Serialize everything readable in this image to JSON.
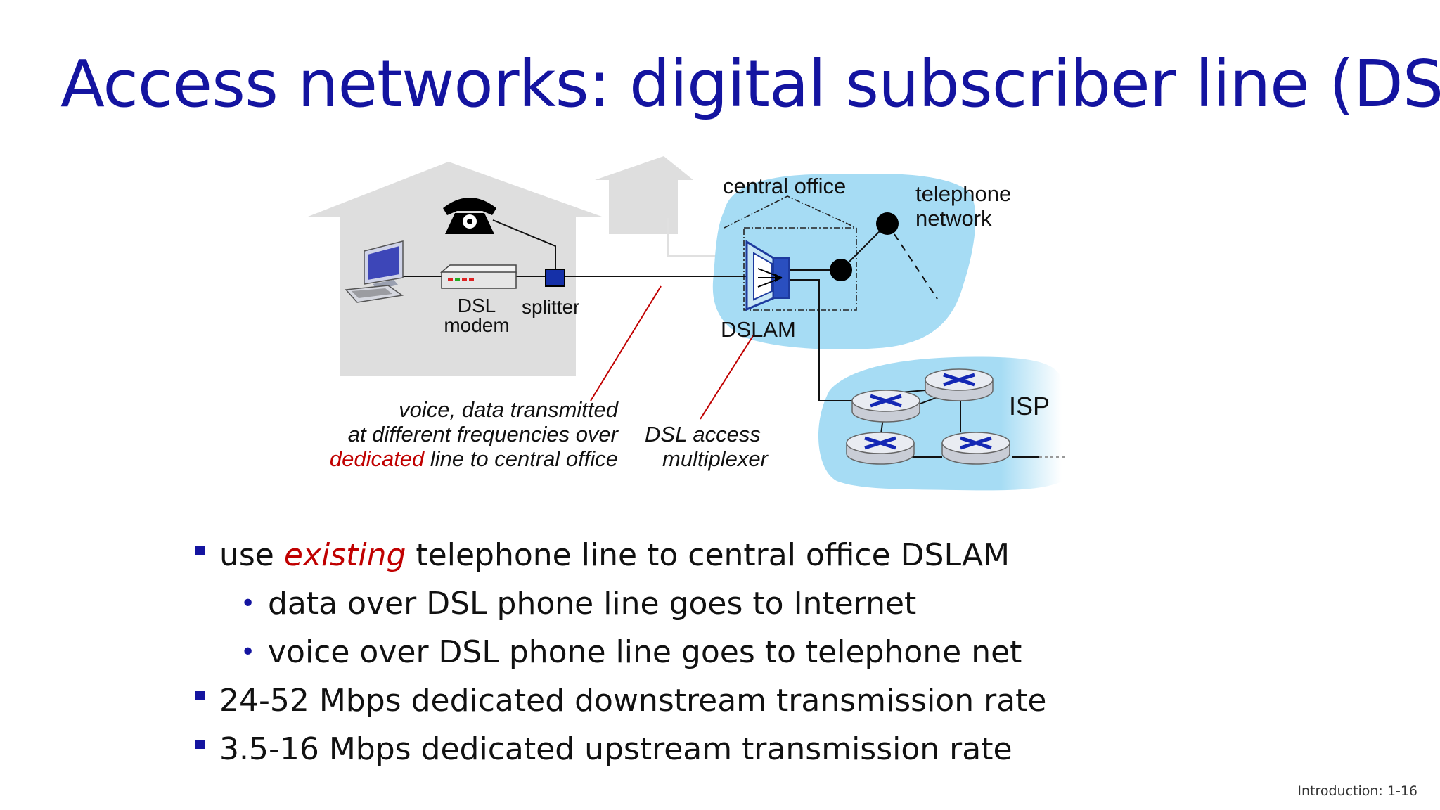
{
  "title": "Access networks: digital subscriber line (DSL)",
  "diagram": {
    "central_office": "central office",
    "telephone_network": [
      "telephone",
      "network"
    ],
    "dsl_modem": [
      "DSL",
      "modem"
    ],
    "splitter": "splitter",
    "dslam": "DSLAM",
    "isp": "ISP",
    "line_caption": {
      "line1": "voice, data transmitted",
      "line2": "at different frequencies over",
      "line3_highlight": "dedicated",
      "line3_rest": " line to central office"
    },
    "dslam_caption": [
      "DSL access",
      "multiplexer"
    ],
    "colors": {
      "cloud": "#a6dcf4",
      "house": "#dedede",
      "accent_red": "#c00000"
    }
  },
  "bullets": [
    {
      "level": 1,
      "pre": "use ",
      "emph": "existing",
      "post": " telephone line to central office DSLAM"
    },
    {
      "level": 2,
      "text": "data over DSL phone line goes to Internet"
    },
    {
      "level": 2,
      "text": "voice over DSL phone line goes to telephone net"
    },
    {
      "level": 1,
      "text": "24-52 Mbps dedicated downstream transmission rate"
    },
    {
      "level": 1,
      "text": "3.5-16 Mbps dedicated upstream transmission rate"
    }
  ],
  "footer": "Introduction: 1-16"
}
